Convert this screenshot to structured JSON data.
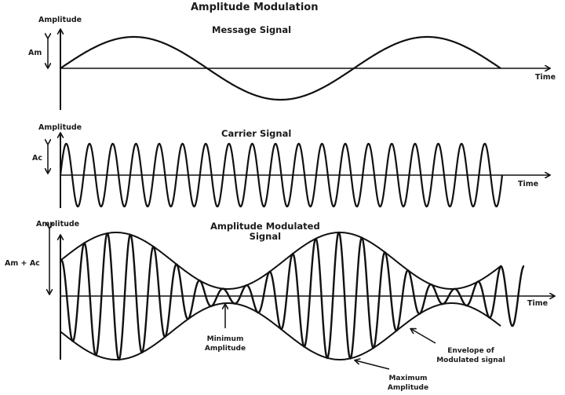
{
  "title": "Amplitude Modulation",
  "panels": [
    {
      "id": "message",
      "title": "Message Signal",
      "y_axis_label": "Amplitude",
      "x_axis_label": "Time",
      "amplitude_label": "Am"
    },
    {
      "id": "carrier",
      "title": "Carrier Signal",
      "y_axis_label": "Amplitude",
      "x_axis_label": "Time",
      "amplitude_label": "Ac"
    },
    {
      "id": "modulated",
      "title_line1": "Amplitude Modulated",
      "title_line2": "Signal",
      "y_axis_label": "Amplitude",
      "x_axis_label": "Time",
      "amplitude_label": "Am + Ac"
    }
  ],
  "annotations": {
    "minimum": {
      "line1": "Minimum",
      "line2": "Amplitude"
    },
    "maximum": {
      "line1": "Maximum",
      "line2": "Amplitude"
    },
    "envelope": {
      "line1": "Envelope of",
      "line2": "Modulated signal"
    }
  },
  "chart_data": [
    {
      "type": "line",
      "title": "Message Signal",
      "xlabel": "Time",
      "ylabel": "Amplitude",
      "series": [
        {
          "name": "message",
          "shape": "sine",
          "cycles": 1.5,
          "amplitude": "Am"
        }
      ],
      "grid": false
    },
    {
      "type": "line",
      "title": "Carrier Signal",
      "xlabel": "Time",
      "ylabel": "Amplitude",
      "series": [
        {
          "name": "carrier",
          "shape": "sine",
          "cycles": 19,
          "amplitude": "Ac"
        }
      ],
      "grid": false
    },
    {
      "type": "line",
      "title": "Amplitude Modulated Signal",
      "xlabel": "Time",
      "ylabel": "Amplitude",
      "series": [
        {
          "name": "modulated",
          "shape": "AM sine",
          "peak_amplitude": "Am + Ac"
        },
        {
          "name": "envelope",
          "shape": "message envelope"
        }
      ],
      "annotations": [
        "Minimum Amplitude",
        "Maximum Amplitude",
        "Envelope of Modulated signal"
      ],
      "grid": false
    }
  ]
}
